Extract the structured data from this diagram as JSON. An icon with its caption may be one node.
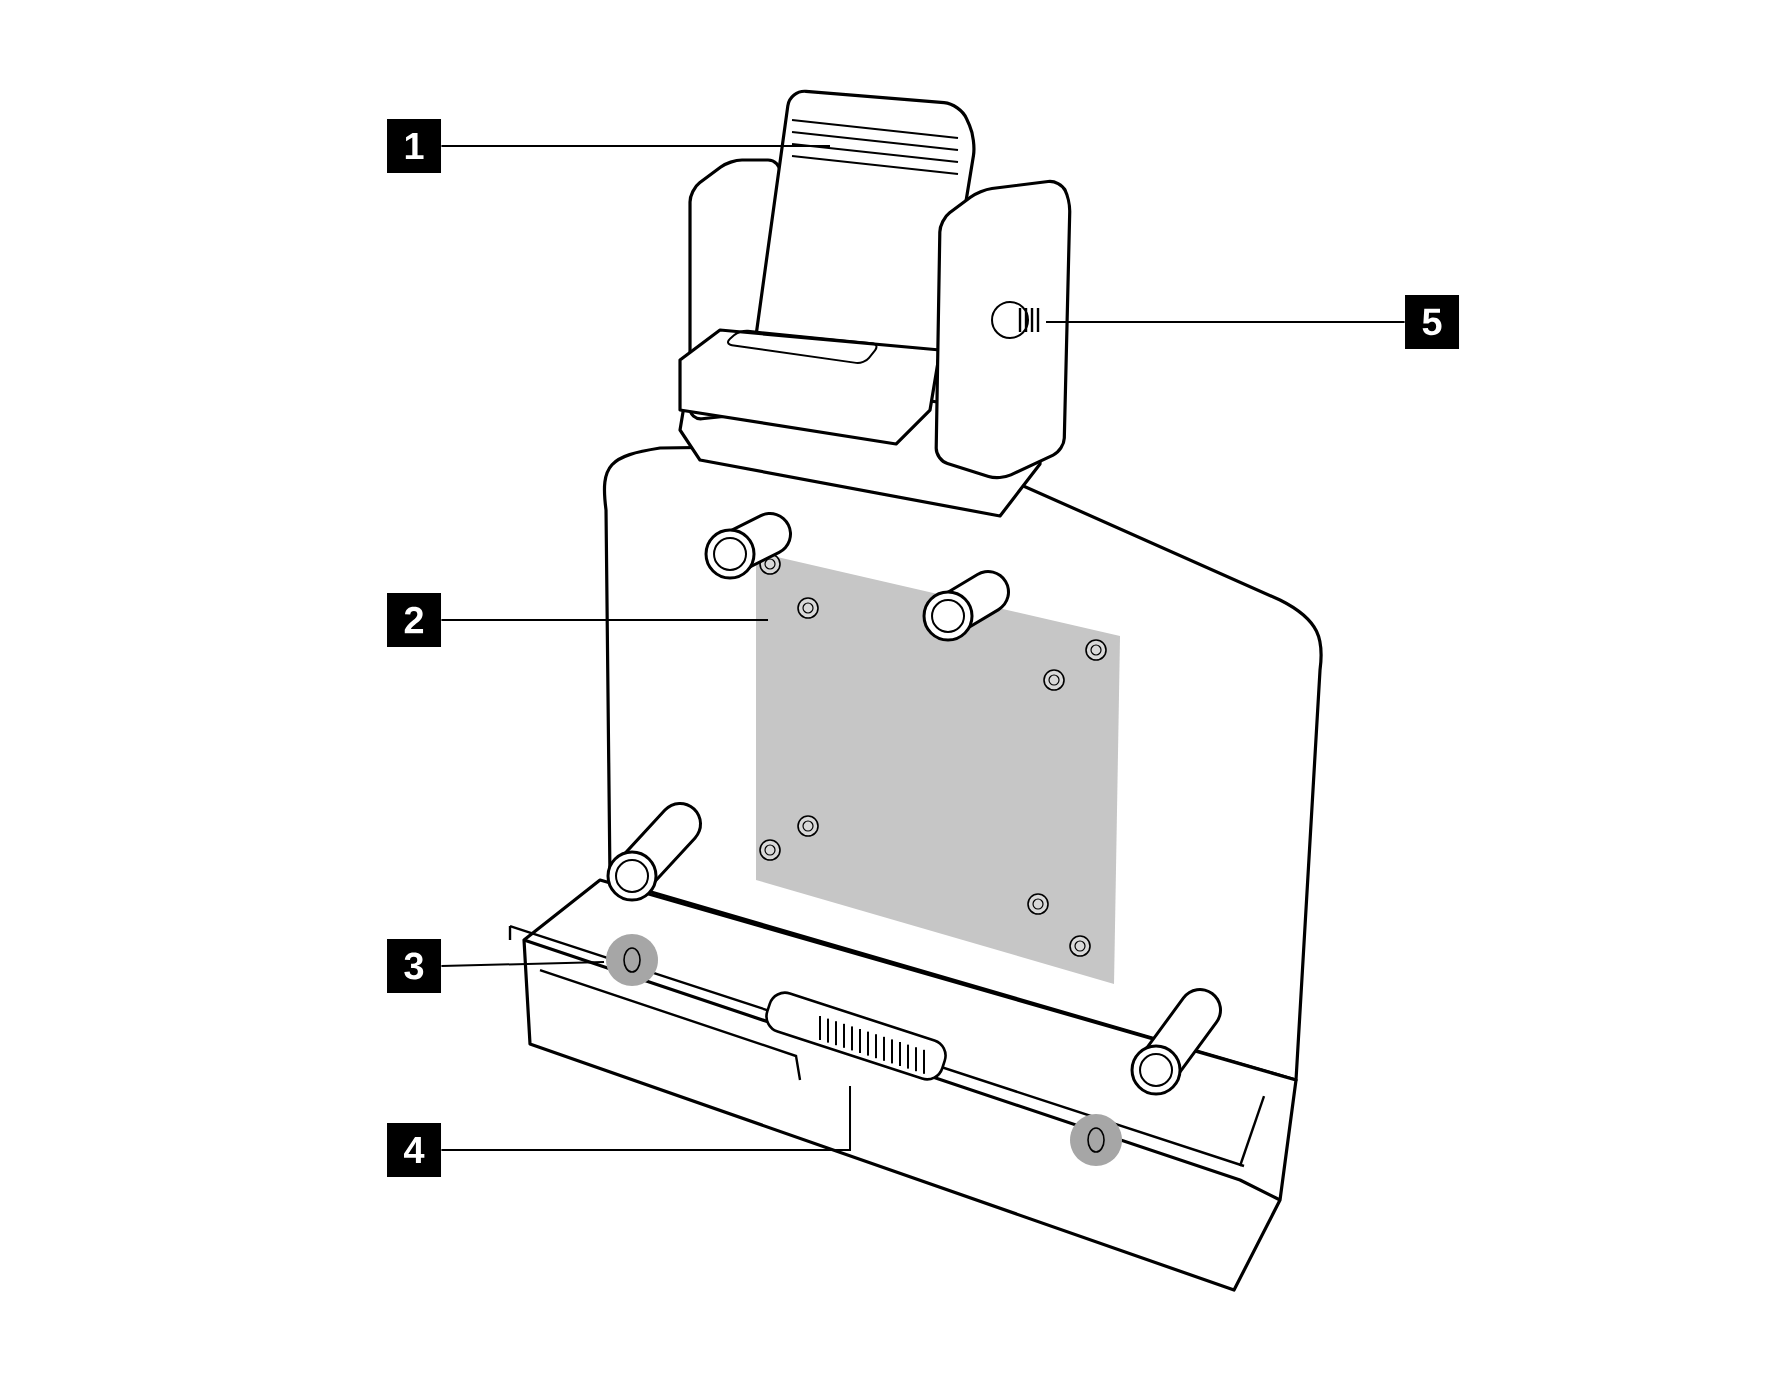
{
  "diagram": {
    "nodes": [
      {
        "text": [
          "1"
        ]
      },
      {
        "text": [
          "5"
        ]
      },
      {
        "text": [
          "2"
        ]
      },
      {
        "text": [
          "3"
        ]
      },
      {
        "text": [
          "4"
        ]
      }
    ],
    "edges": [
      {
        "from": 0,
        "to": null,
        "arrow": "none"
      },
      {
        "from": 1,
        "to": null,
        "arrow": "none"
      },
      {
        "from": 2,
        "to": null,
        "arrow": "none"
      },
      {
        "from": 3,
        "to": null,
        "arrow": "none"
      },
      {
        "from": 4,
        "to": null,
        "arrow": "none"
      }
    ]
  }
}
